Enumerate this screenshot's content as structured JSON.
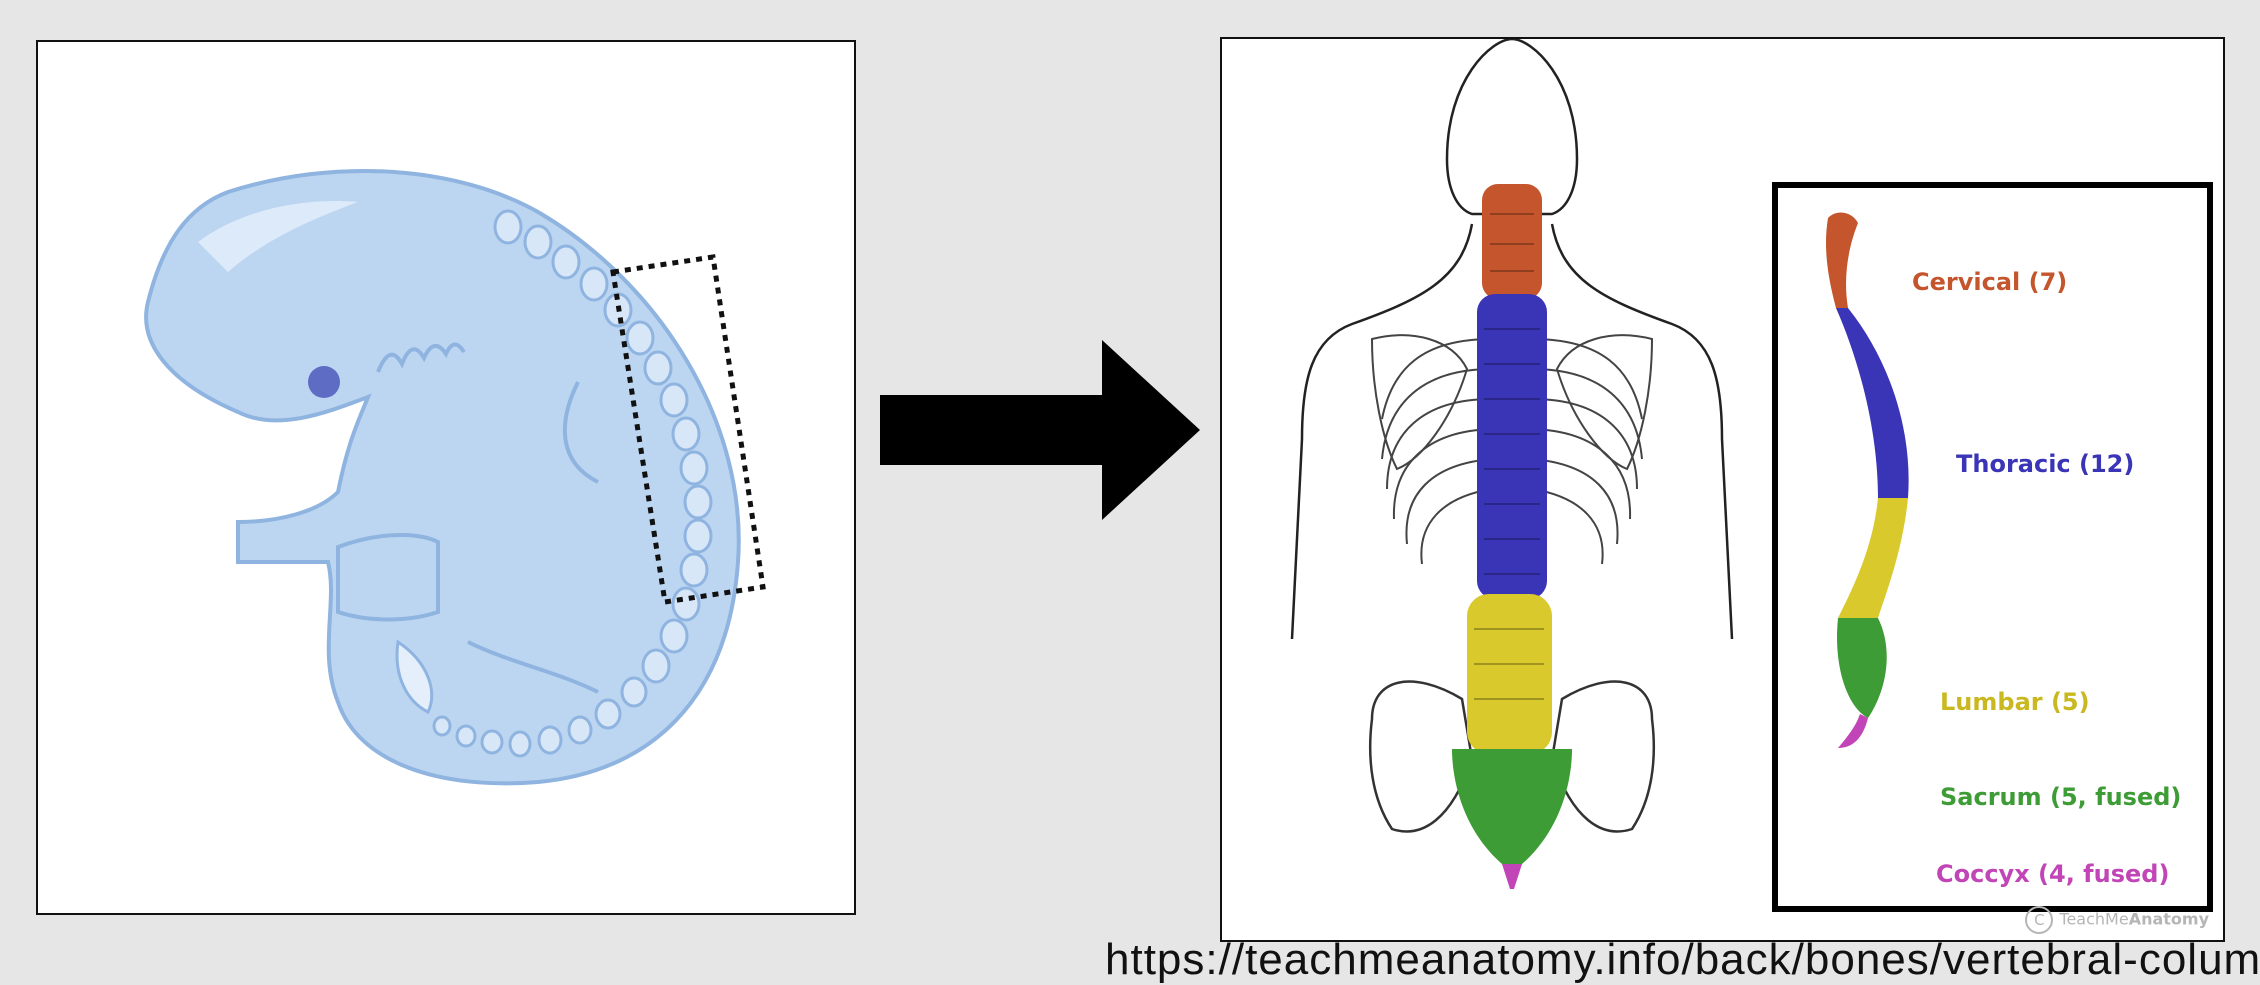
{
  "colors": {
    "background": "#e6e6e6",
    "embryo_fill": "#bcd6f2",
    "embryo_edge": "#8fb4e0",
    "cervical": "#c4552c",
    "thoracic": "#3a35b6",
    "lumbar": "#d9c92c",
    "sacrum": "#3d9c35",
    "coccyx": "#c145b6"
  },
  "legend": {
    "cervical": "Cervical (7)",
    "thoracic": "Thoracic (12)",
    "lumbar": "Lumbar (5)",
    "sacrum": "Sacrum (5, fused)",
    "coccyx": "Coccyx (4, fused)"
  },
  "watermark": {
    "symbol": "C",
    "brand_light": "TeachMe",
    "brand_bold": "Anatomy"
  },
  "source_url": "https://teachmeanatomy.info/back/bones/vertebral-column/"
}
